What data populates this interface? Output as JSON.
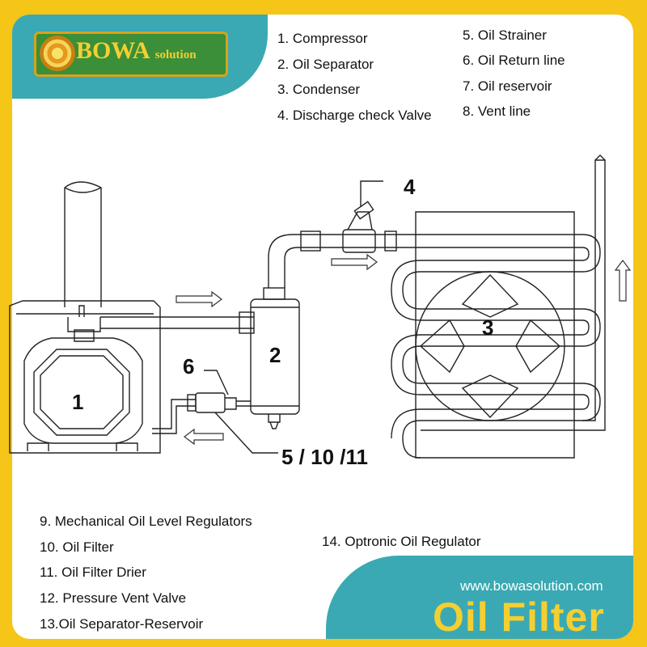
{
  "logo": {
    "name": "BOWA",
    "suffix": "solution"
  },
  "legend_top_left": [
    "1. Compressor",
    "2. Oil Separator",
    "3.  Condenser",
    "4.  Discharge check Valve"
  ],
  "legend_top_right": [
    "5. Oil Strainer",
    "6. Oil Return line",
    "7. Oil reservoir",
    "8. Vent line"
  ],
  "legend_bottom": [
    "9. Mechanical Oil Level Regulators",
    "10. Oil Filter",
    "11. Oil Filter Drier",
    "12. Pressure Vent Valve",
    "13.Oil Separator-Reservoir"
  ],
  "legend_extra": "14. Optronic Oil Regulator",
  "diagram_labels": {
    "compressor": "1",
    "separator": "2",
    "condenser": "3",
    "check_valve": "4",
    "return_line": "6",
    "strainer_filter": "5 / 10 /11"
  },
  "footer": {
    "url": "www.bowasolution.com",
    "title": "Oil Filter"
  },
  "colors": {
    "border": "#f5c518",
    "teal": "#3aa9b3",
    "gold_text": "#f4cf32"
  }
}
